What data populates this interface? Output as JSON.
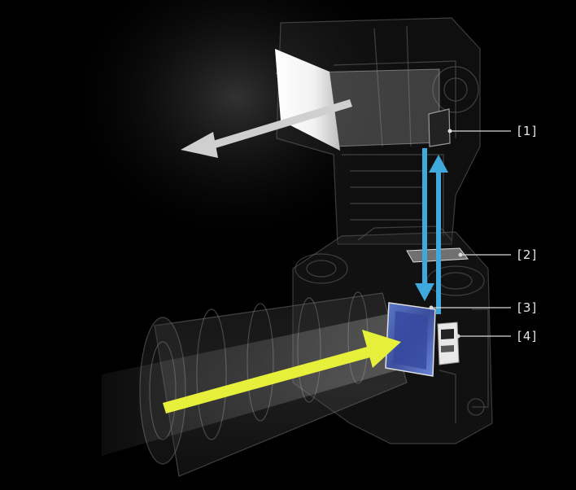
{
  "callouts": [
    {
      "id": "c1",
      "label": "[1]"
    },
    {
      "id": "c2",
      "label": "[2]"
    },
    {
      "id": "c3",
      "label": "[3]"
    },
    {
      "id": "c4",
      "label": "[4]"
    }
  ],
  "colors": {
    "background": "#000000",
    "light_path": "#e6ef3a",
    "signal_path": "#3fa9de",
    "flash_output": "#c8c8c8",
    "label": "#e6e6e6"
  }
}
